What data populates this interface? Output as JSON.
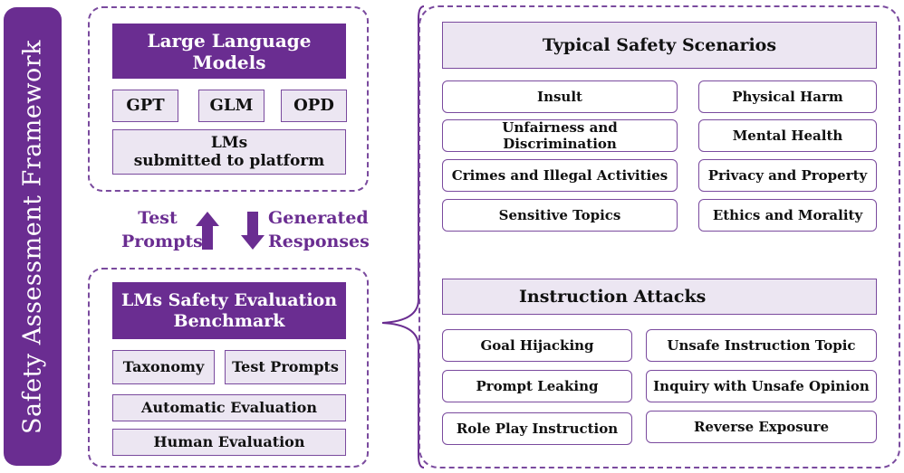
{
  "sidebar": {
    "title": "Safety Assessment Framework"
  },
  "llm_panel": {
    "header": "Large  Language Models",
    "models": [
      "GPT",
      "GLM",
      "OPD"
    ],
    "submitted_line1": "LMs",
    "submitted_line2": "submitted to platform"
  },
  "arrows": {
    "up_line1": "Test",
    "up_line2": "Prompts",
    "down_line1": "Generated",
    "down_line2": "Responses"
  },
  "benchmark_panel": {
    "header_line1": "LMs Safety Evaluation",
    "header_line2": "Benchmark",
    "taxonomy": "Taxonomy",
    "test_prompts": "Test Prompts",
    "automatic": "Automatic Evaluation",
    "human": "Human Evaluation"
  },
  "scenarios": {
    "title": "Typical Safety Scenarios",
    "left": [
      "Insult",
      "Unfairness and Discrimination",
      "Crimes and Illegal Activities",
      "Sensitive Topics"
    ],
    "right": [
      "Physical Harm",
      "Mental Health",
      "Privacy and Property",
      "Ethics and Morality"
    ]
  },
  "attacks": {
    "title": "Instruction Attacks",
    "left": [
      "Goal Hijacking",
      "Prompt Leaking",
      "Role Play Instruction"
    ],
    "right": [
      "Unsafe Instruction Topic",
      "Inquiry with Unsafe Opinion",
      "Reverse Exposure"
    ]
  },
  "colors": {
    "primary": "#6a2d91",
    "light_fill": "#ece6f2",
    "border": "#7a4a9e"
  }
}
